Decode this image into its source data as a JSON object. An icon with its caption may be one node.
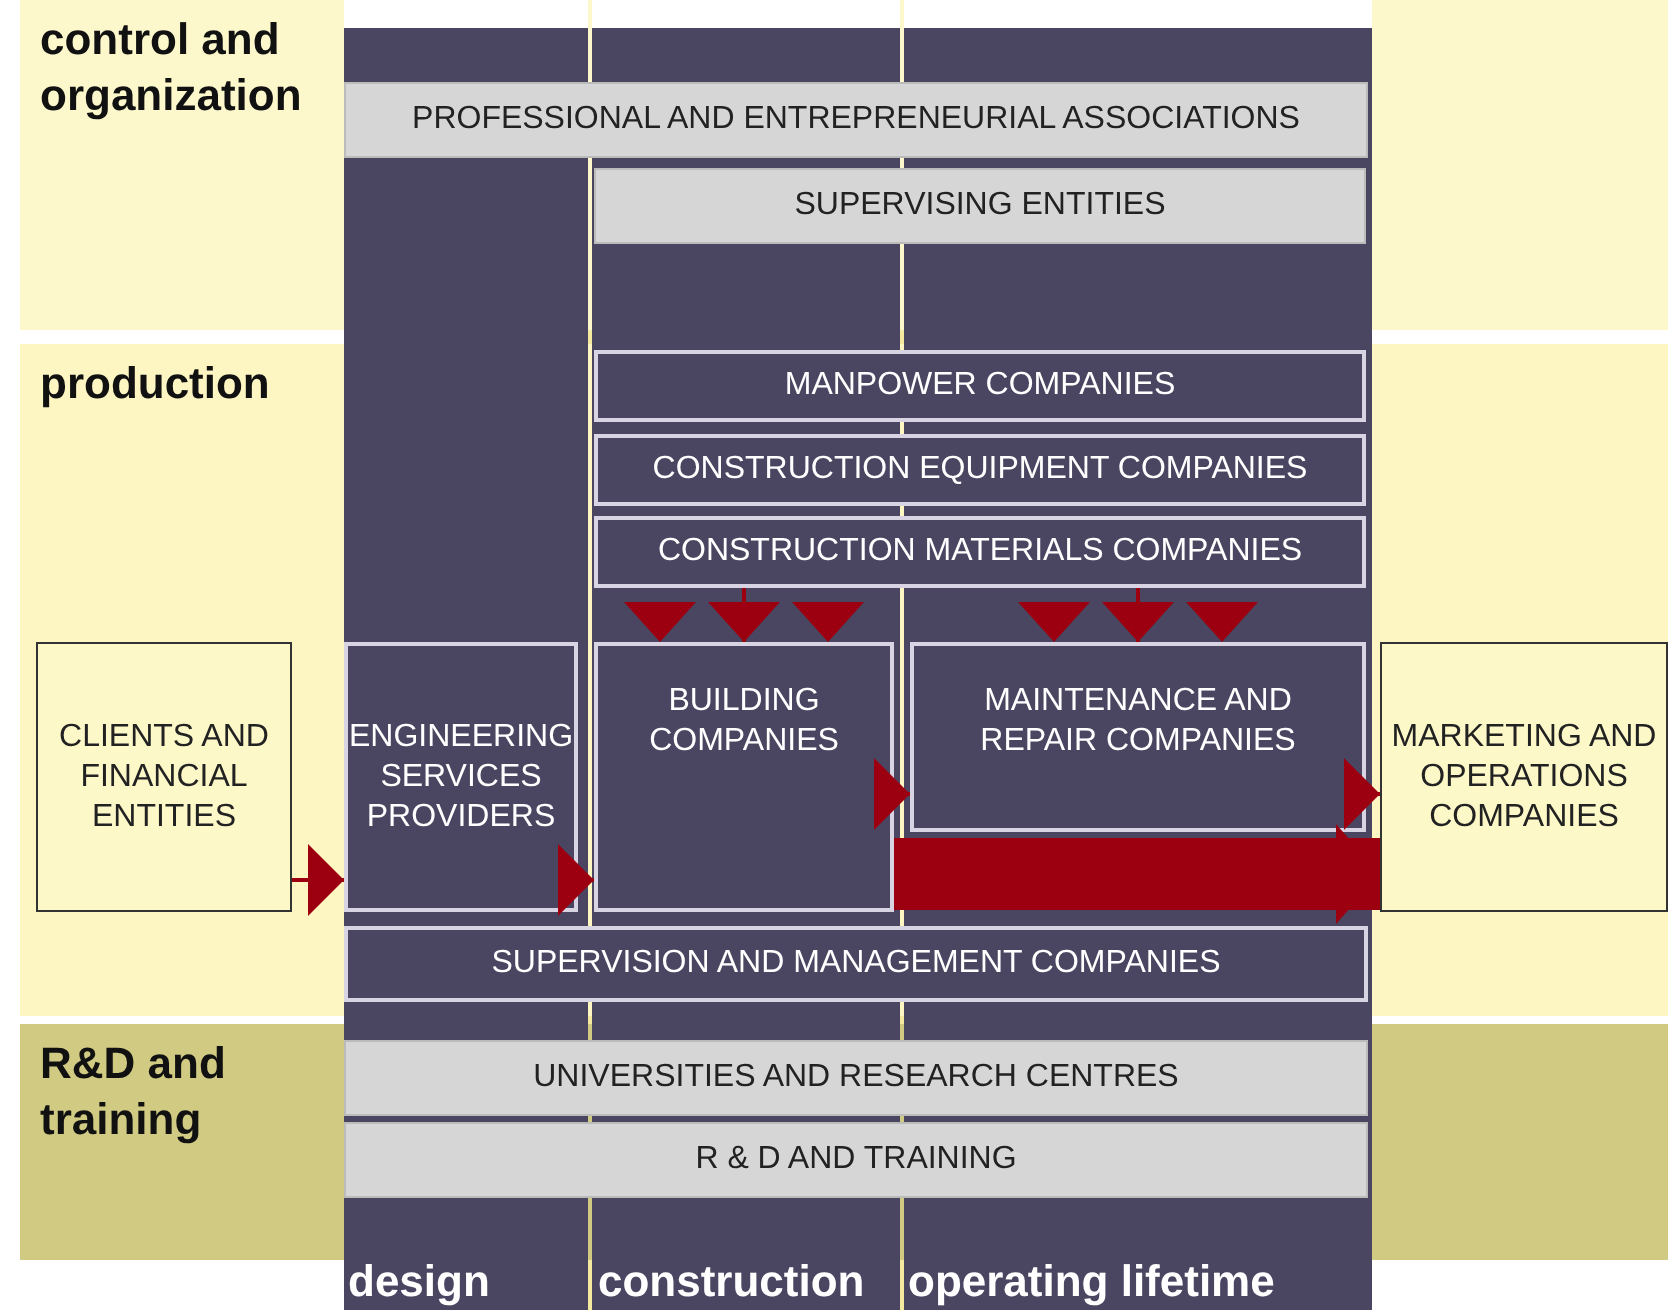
{
  "diagram": {
    "nodes": [
      {
        "text": [
          "control and organization"
        ]
      },
      {
        "text": [
          "PROFESSIONAL AND ENTREPRENEURIAL ASSOCIATIONS"
        ],
        "in": 0
      },
      {
        "text": [
          "SUPERVISING ENTITIES"
        ],
        "in": 0
      },
      {
        "text": [
          "production"
        ]
      },
      {
        "text": [
          "MANPOWER COMPANIES"
        ],
        "in": 3
      },
      {
        "text": [
          "CONSTRUCTION EQUIPMENT COMPANIES"
        ],
        "in": 3
      },
      {
        "text": [
          "CONSTRUCTION MATERIALS COMPANIES"
        ],
        "in": 3
      },
      {
        "text": [
          "CLIENTS AND FINANCIAL ENTITIES"
        ],
        "in": 3
      },
      {
        "text": [
          "ENGINEERING SERVICES PROVIDERS"
        ],
        "in": 3
      },
      {
        "text": [
          "BUILDING COMPANIES"
        ],
        "in": 3
      },
      {
        "text": [
          "MAINTENANCE AND REPAIR COMPANIES"
        ],
        "in": 3
      },
      {
        "text": [
          "MARKETING AND OPERATIONS COMPANIES"
        ],
        "in": 3
      },
      {
        "text": [
          "SUPERVISION AND MANAGEMENT COMPANIES"
        ],
        "in": 3
      },
      {
        "text": [
          "R&D and training"
        ]
      },
      {
        "text": [
          "UNIVERSITIES AND RESEARCH CENTRES"
        ],
        "in": 13
      },
      {
        "text": [
          "R & D AND TRAINING"
        ],
        "in": 13
      }
    ],
    "edges": [
      {
        "from": 6,
        "to": 9,
        "arrow": "to"
      },
      {
        "from": 6,
        "to": 10,
        "arrow": "to"
      },
      {
        "from": 7,
        "to": 8,
        "arrow": "to"
      },
      {
        "from": 8,
        "to": 9,
        "arrow": "to"
      },
      {
        "from": 9,
        "to": 10,
        "arrow": "to"
      },
      {
        "from": 10,
        "to": 11,
        "arrow": "to"
      },
      {
        "from": 9,
        "to": 11,
        "arrow": "to",
        "style": "thick"
      }
    ],
    "labels": [
      "design",
      "construction",
      "operating lifetime"
    ]
  }
}
